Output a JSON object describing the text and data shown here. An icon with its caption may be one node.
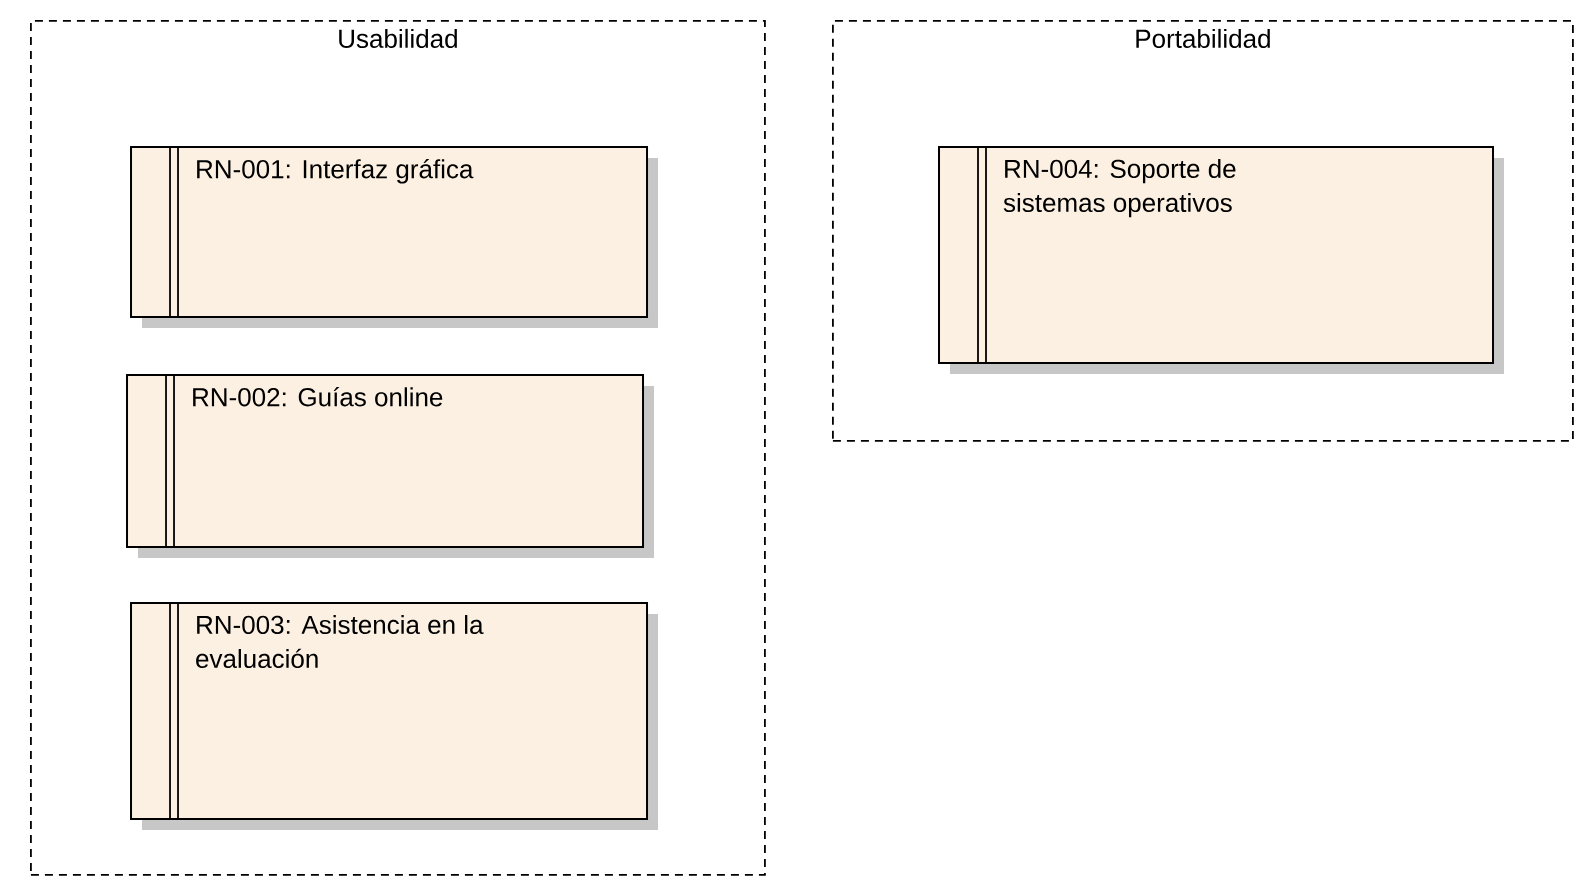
{
  "diagram": {
    "nodes": [
      {
        "text": [
          "Usabilidad"
        ]
      },
      {
        "text": [
          "RN-001: Interfaz gráfica"
        ],
        "in": 0
      },
      {
        "text": [
          "RN-002: Guías online"
        ],
        "in": 0
      },
      {
        "text": [
          "RN-003: Asistencia en la evaluación"
        ],
        "in": 0
      },
      {
        "text": [
          "Portabilidad"
        ]
      },
      {
        "text": [
          "RN-004: Soporte de sistemas operativos"
        ],
        "in": 4
      }
    ]
  }
}
